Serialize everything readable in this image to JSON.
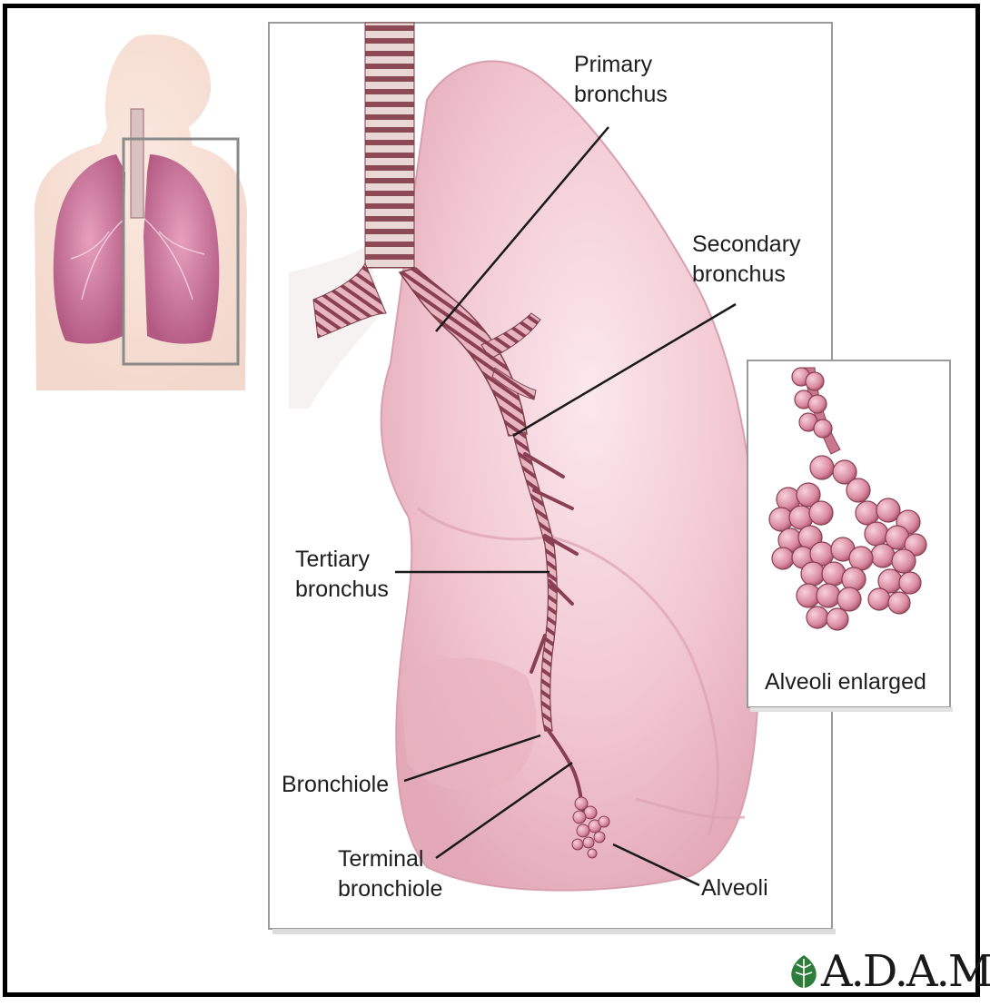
{
  "labels": {
    "primary_bronchus": [
      "Primary",
      "bronchus"
    ],
    "secondary_bronchus": [
      "Secondary",
      "bronchus"
    ],
    "tertiary_bronchus": [
      "Tertiary",
      "bronchus"
    ],
    "bronchiole": "Bronchiole",
    "terminal_bronchiole": [
      "Terminal",
      "bronchiole"
    ],
    "alveoli": "Alveoli",
    "alveoli_enlarged": "Alveoli enlarged"
  },
  "logo": {
    "text": "A.D.A.M.",
    "icon": "leaf-icon"
  },
  "colors": {
    "lung": "#f2c7d1",
    "lung_shadow": "#dda2b1",
    "bronchus": "#9a4f62",
    "alveoli": "#d98aa0"
  }
}
